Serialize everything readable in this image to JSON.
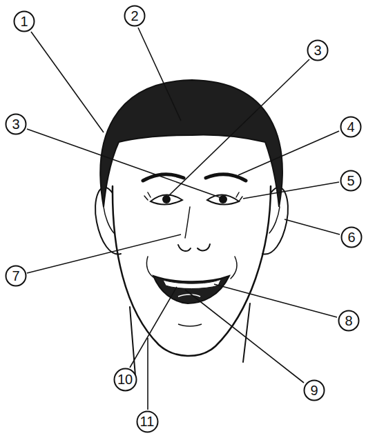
{
  "diagram": {
    "nodes": [
      {
        "text": [
          "1"
        ]
      },
      {
        "text": [
          "2"
        ]
      },
      {
        "text": [
          "3"
        ]
      },
      {
        "text": [
          "3"
        ]
      },
      {
        "text": [
          "4"
        ]
      },
      {
        "text": [
          "5"
        ]
      },
      {
        "text": [
          "6"
        ]
      },
      {
        "text": [
          "7"
        ]
      },
      {
        "text": [
          "8"
        ]
      },
      {
        "text": [
          "10"
        ]
      },
      {
        "text": [
          "9"
        ]
      },
      {
        "text": [
          "11"
        ]
      }
    ]
  }
}
